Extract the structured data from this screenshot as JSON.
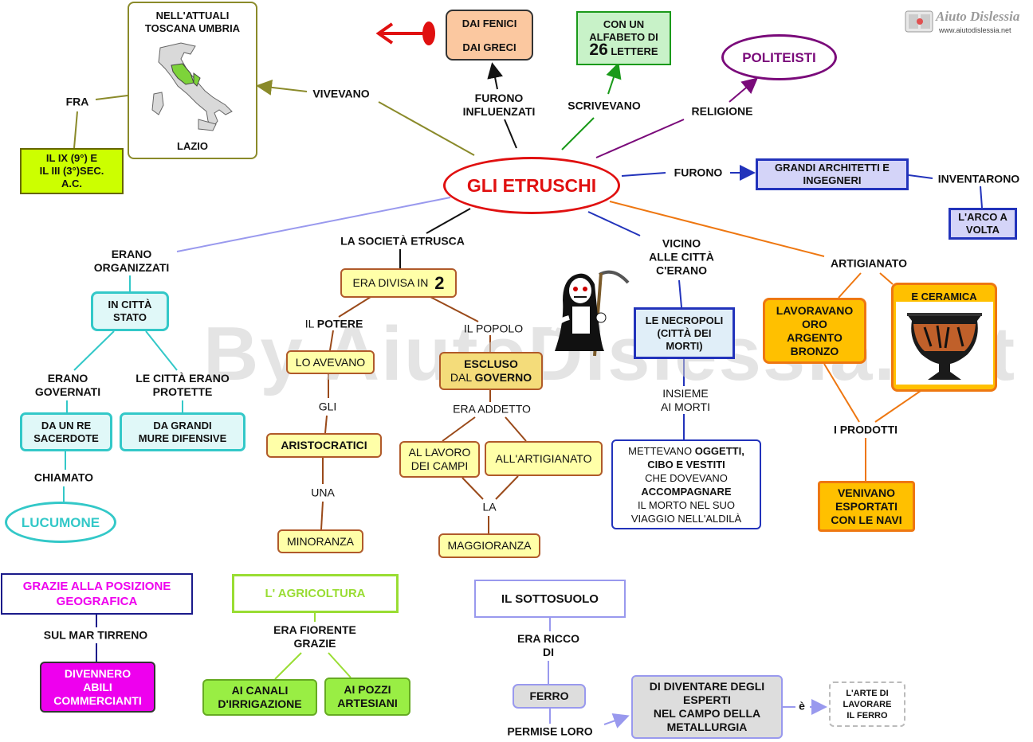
{
  "watermark": "By AiutoDislessia.net",
  "logo": {
    "title": "Aiuto Dislessia",
    "url": "www.aiutodislessia.net"
  },
  "center": "GLI ETRUSCHI",
  "map_box": {
    "top": "NELL'ATTUALI\nTOSCANA UMBRIA",
    "bottom": "LAZIO"
  },
  "labels": {
    "vivevano": "VIVEVANO",
    "fra": "FRA",
    "furono_influenzati": "FURONO\nINFLUENZATI",
    "scrivevano": "SCRIVEVANO",
    "religione": "RELIGIONE",
    "furono": "FURONO",
    "inventarono": "INVENTARONO",
    "erano_organizzati": "ERANO\nORGANIZZATI",
    "erano_governati": "ERANO\nGOVERNATI",
    "citta_protette": "LE CITTÀ ERANO\nPROTETTE",
    "chiamato": "CHIAMATO",
    "societa": "LA SOCIETÀ ETRUSCA",
    "il_potere_pre": "IL ",
    "il_potere_bold": "POTERE",
    "il_popolo": "IL POPOLO",
    "gli": "GLI",
    "una": "UNA",
    "era_addetto": "ERA ADDETTO",
    "la": "LA",
    "vicino": "VICINO\nALLE CITTÀ\nC'ERANO",
    "insieme": "INSIEME\nAI MORTI",
    "artigianato": "ARTIGIANATO",
    "i_prodotti": "I PRODOTTI",
    "sul_mar": "SUL MAR TIRRENO",
    "era_fiorente": "ERA FIORENTE\nGRAZIE",
    "era_ricco": "ERA RICCO\nDI",
    "permise": "PERMISE LORO",
    "e_verb": "è"
  },
  "nodes": {
    "secoli": "IL IX (9°) E\nIL III (3°)SEC.\nA.C.",
    "fenici": "DAI FENICI\n\nDAI GRECI",
    "alfabeto_pre": "CON UN\nALFABETO DI\n",
    "alfabeto_num": "26",
    "alfabeto_post": " LETTERE",
    "politeisti": "POLITEISTI",
    "architetti": "GRANDI ARCHITETTI E\nINGEGNERI",
    "arco": "L'ARCO A\nVOLTA",
    "citta_stato": "IN  CITTÀ\nSTATO",
    "re": "DA UN RE\nSACERDOTE",
    "mure": "DA GRANDI\nMURE DIFENSIVE",
    "lucumone": "LUCUMONE",
    "divisa_pre": "ERA DIVISA IN ",
    "divisa_num": "2",
    "lo_avevano": "LO AVEVANO",
    "aristocratici": "ARISTOCRATICI",
    "minoranza": "MINORANZA",
    "escluso_a": "ESCLUSO",
    "escluso_b": "DAL ",
    "escluso_c": "GOVERNO",
    "lavoro_campi": "AL LAVORO\nDEI CAMPI",
    "artigianato_n": "ALL'ARTIGIANATO",
    "maggioranza": "MAGGIORANZA",
    "necropoli": "LE NECROPOLI\n(CITTÀ DEI\nMORTI)",
    "mettevano": [
      {
        "t": "METTEVANO ",
        "b": false
      },
      {
        "t": "OGGETTI,",
        "b": true
      },
      {
        "t": "\nCIBO E VESTITI",
        "b": true
      },
      {
        "t": "\nCHE DOVEVANO",
        "b": false
      },
      {
        "t": "\nACCOMPAGNARE",
        "b": true
      },
      {
        "t": "\nIL MORTO NEL SUO",
        "b": false
      },
      {
        "t": "\nVIAGGIO NELL'ALDILÀ",
        "b": false
      }
    ],
    "metalli": "LAVORAVANO\nORO\nARGENTO\nBRONZO",
    "ceramica": "E CERAMICA",
    "esportati": "VENIVANO\nESPORTATI\nCON LE NAVI",
    "posizione": "GRAZIE ALLA POSIZIONE\nGEOGRAFICA",
    "commercianti": "DIVENNERO\nABILI\nCOMMERCIANTI",
    "agricoltura": "L' AGRICOLTURA",
    "canali": "AI CANALI\nD'IRRIGAZIONE",
    "pozzi": "AI POZZI\nARTESIANI",
    "sottosuolo": "IL SOTTOSUOLO",
    "ferro": "FERRO",
    "metallurgia": "DI DIVENTARE DEGLI\nESPERTI\nNEL CAMPO DELLA\nMETALLURGIA",
    "arte_ferro": "L'ARTE DI\nLAVORARE\nIL FERRO"
  },
  "colors": {
    "center_border": "#e01010",
    "olive": "#8a8a2a",
    "green": "#1a9a1a",
    "purple": "#7a0a7a",
    "blue": "#2233bb",
    "lavender": "#9999ee",
    "orange": "#ee7711",
    "teal": "#33c8c8",
    "magenta": "#ee00ee",
    "lime": "#99dd33",
    "brown": "#9a4a1a"
  }
}
